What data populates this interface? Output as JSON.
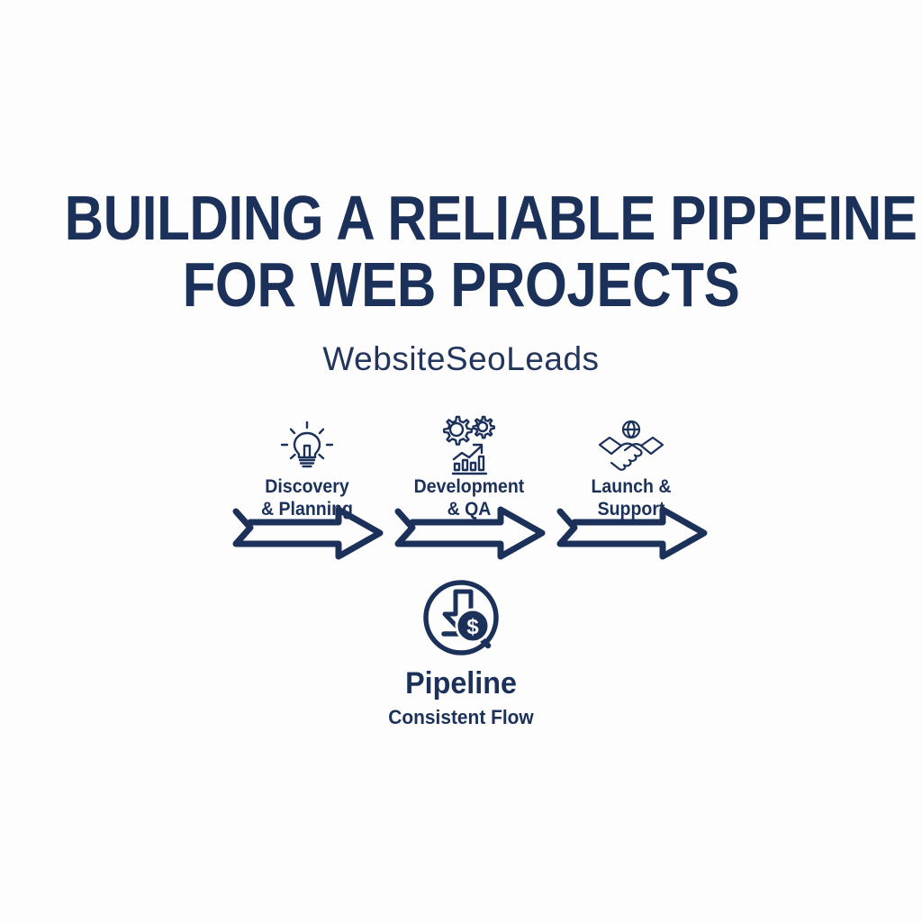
{
  "colors": {
    "background": "#fdfdfd",
    "navy": "#1b3159",
    "navy_deep": "#16294a",
    "subtitle": "#22355c"
  },
  "header": {
    "title_line_1": "BUILDING A RELIABLE PIPPEINE",
    "title_line_2": "FOR WEB PROJECTS",
    "subtitle": "WebsiteSeoLeads"
  },
  "flow": {
    "steps": [
      {
        "label_line_1": "Discovery",
        "label_line_2": "& Planning",
        "icon": "lightbulb-icon",
        "arrow": "banner-arrow-right"
      },
      {
        "label_line_1": "Development",
        "label_line_2": "& QA",
        "icon": "gears-growth-chart-icon",
        "arrow": "banner-arrow-right"
      },
      {
        "label_line_1": "Launch &",
        "label_line_2": "Support",
        "icon": "handshake-globe-icon",
        "arrow": "banner-arrow-right"
      }
    ]
  },
  "outcome": {
    "icon": "pipeline-dollar-magnifier-icon",
    "title": "Pipeline",
    "subtitle": "Consistent Flow"
  }
}
